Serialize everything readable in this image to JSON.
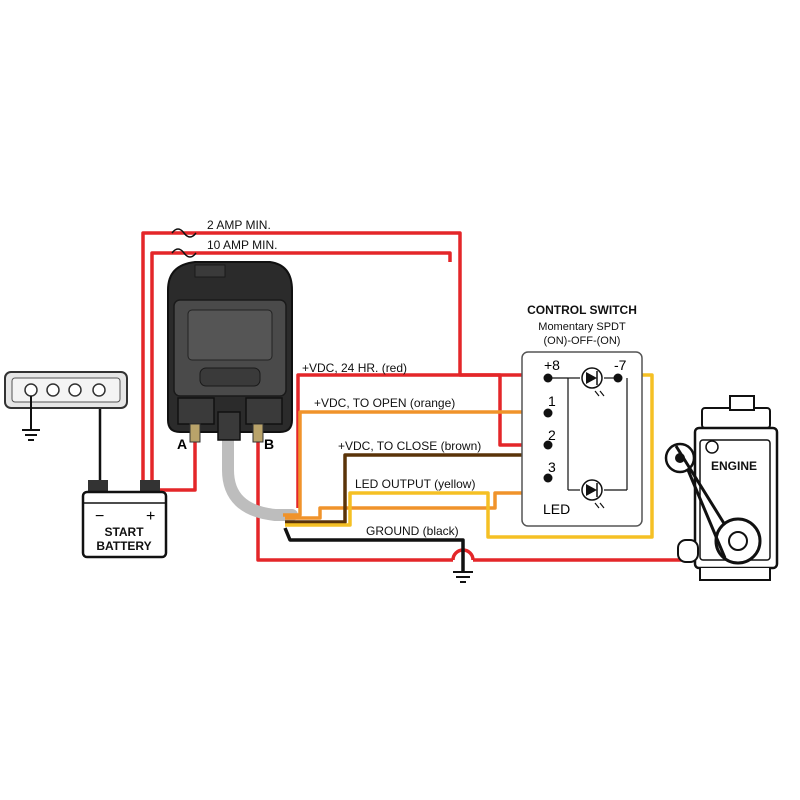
{
  "fuses": {
    "fuse_2a": "2 AMP MIN.",
    "fuse_10a": "10 AMP MIN."
  },
  "relay": {
    "terminal_a": "A",
    "terminal_b": "B"
  },
  "battery": {
    "line1": "START",
    "line2": "BATTERY",
    "neg_symbol": "−",
    "pos_symbol": "+"
  },
  "wires": {
    "red": "+VDC, 24 HR. (red)",
    "orange": "+VDC, TO OPEN (orange)",
    "brown": "+VDC, TO CLOSE (brown)",
    "yellow": "LED OUTPUT (yellow)",
    "black": "GROUND (black)"
  },
  "control_switch": {
    "title": "CONTROL SWITCH",
    "subtitle": "Momentary SPDT",
    "mode": "(ON)-OFF-(ON)",
    "pin_plus8": "+8",
    "pin_minus7": "-7",
    "pin1": "1",
    "pin2": "2",
    "pin3": "3",
    "led": "LED"
  },
  "engine": {
    "label": "ENGINE"
  },
  "colors": {
    "red": "#e42629",
    "orange": "#f0932b",
    "brown": "#5a3308",
    "yellow": "#f5c024",
    "black": "#111111",
    "gray_conduit": "#bdbdbd"
  }
}
